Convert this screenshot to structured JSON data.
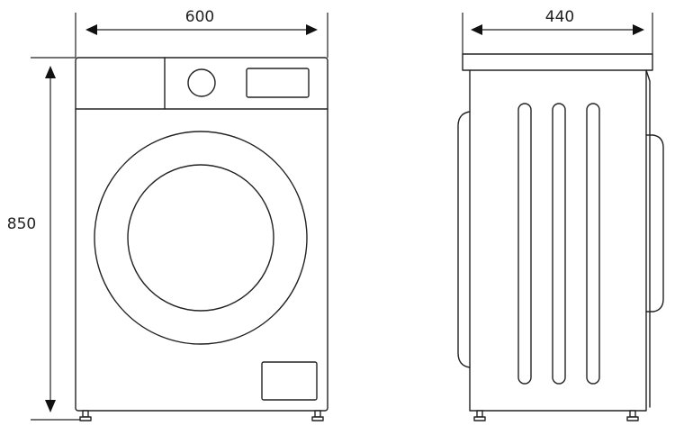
{
  "dimensions": {
    "width": "600",
    "depth": "440",
    "height": "850"
  },
  "colors": {
    "line": "#222222",
    "background": "#ffffff"
  }
}
